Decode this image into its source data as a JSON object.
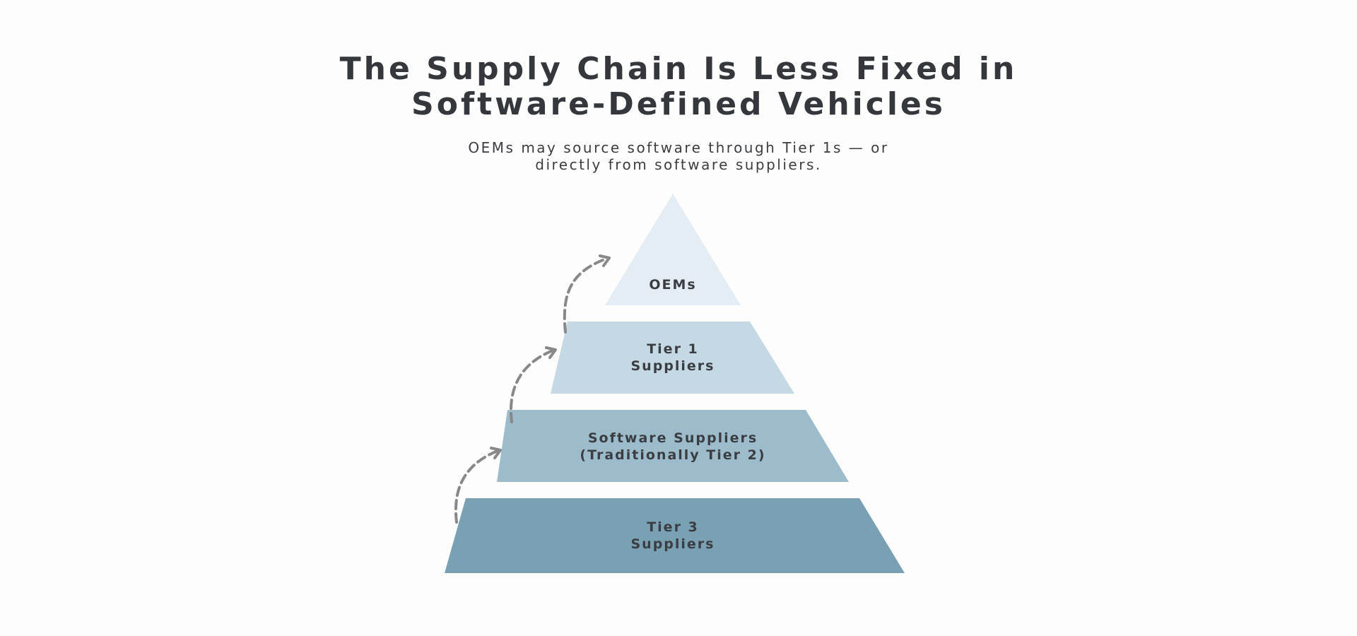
{
  "header": {
    "title_line1": "The Supply Chain Is Less Fixed in",
    "title_line2": "Software-Defined Vehicles",
    "subtitle_line1": "OEMs may source software through Tier 1s — or",
    "subtitle_line2": "directly from software suppliers."
  },
  "pyramid": {
    "tiers": [
      {
        "id": "oems",
        "lines": [
          "OEMs"
        ],
        "color": "#e3edf3"
      },
      {
        "id": "tier1",
        "lines": [
          "Tier 1",
          "Suppliers"
        ],
        "color": "#c4d9e4"
      },
      {
        "id": "software",
        "lines": [
          "Software Suppliers",
          "(Traditionally Tier 2)"
        ],
        "color": "#9cbccc"
      },
      {
        "id": "tier3",
        "lines": [
          "Tier 3",
          "Suppliers"
        ],
        "color": "#7aa0b3"
      }
    ],
    "arrow_color": "#888888"
  }
}
